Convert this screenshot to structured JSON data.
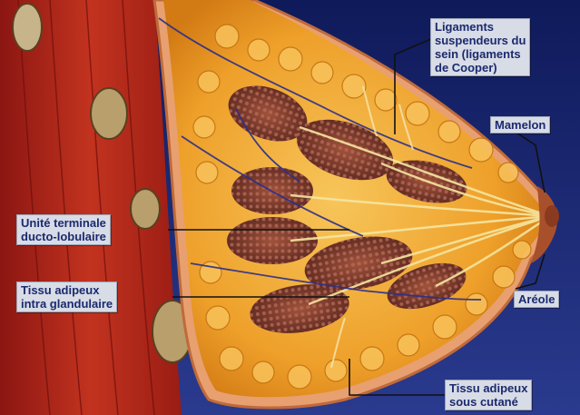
{
  "labels": {
    "ligaments": "Ligaments\nsuspendeurs du\nsein (ligaments\nde Cooper)",
    "mamelon": "Mamelon",
    "unite": "Unité terminale\nducto-lobulaire",
    "tissu_intra": "Tissu adipeux\nintra glandulaire",
    "areole": "Aréole",
    "tissu_sous": "Tissu adipeux\nsous cutané"
  },
  "colors": {
    "background": "#1c2a78",
    "label_box": "#d8dce6",
    "label_text": "#1b2a6e",
    "muscle": "#b8261e",
    "fat": "#f2a21d",
    "glandular": "#7d3a2a",
    "skin": "#e89a6a"
  }
}
